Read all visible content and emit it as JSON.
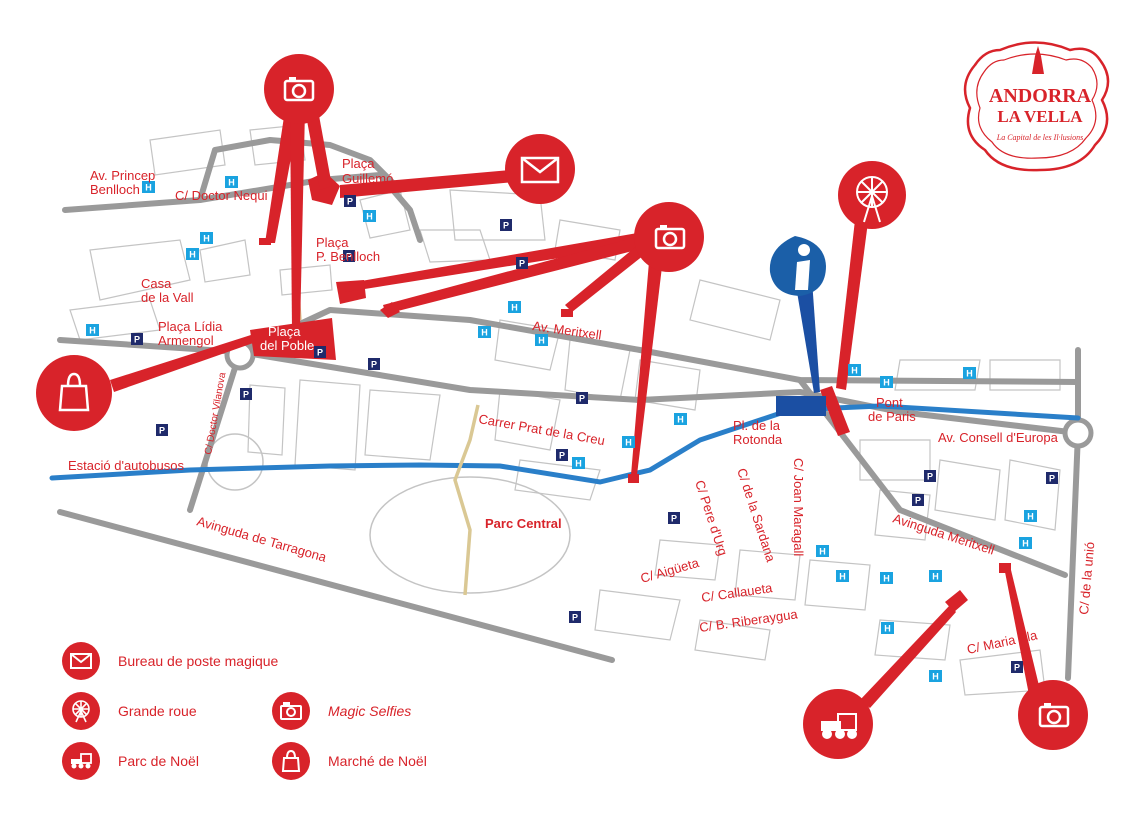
{
  "streets": {
    "av_princep": "Av. Princep",
    "benlloch": "Benlloch",
    "doctor_nequi": "C/ Doctor Nequi",
    "placa": "Plaça",
    "guillemo": "Guillemó",
    "placa_p": "Plaça",
    "p_benlloch": "P. Benlloch",
    "casa": "Casa",
    "de_la_vall": "de la Vall",
    "placa_lidia": "Plaça Lídia",
    "armengol": "Armengol",
    "placa_poble": "Plaça",
    "del_poble": "del Poble",
    "av_meritxell": "Av. Meritxell",
    "carrer_prat": "Carrer Prat de la Creu",
    "pl_de_la": "Pl. de la",
    "rotonda": "Rotonda",
    "pont": "Pont",
    "de_paris": "de Paris",
    "av_consell": "Av. Consell d'Europa",
    "estacio": "Estació d'autobusos",
    "c_doctor_vilanova": "C/ Doctor Vilanova",
    "avinguda_tarragona": "Avinguda de Tarragona",
    "parc_central": "Parc Central",
    "pere_durg": "C/ Pere d'Urg",
    "de_la_sardana": "C/ de la Sardana",
    "joan_maragall": "C/ Joan Maragall",
    "aigueta": "C/ Aigüeta",
    "callaueta": "C/ Callaueta",
    "riberaygua": "C/ B. Riberaygua",
    "avinguda_meritxell": "Avinguda Meritxell",
    "maria_pla": "C/ Maria Pla",
    "de_la_unio": "C/ de la unió"
  },
  "badges": {
    "h": "H",
    "p": "P"
  },
  "logo": {
    "line1": "ANDORRA",
    "line2": "LA VELLA",
    "tagline": "La Capital de les Il·lusions"
  },
  "legend": {
    "post": "Bureau de poste magique",
    "wheel": "Grande roue",
    "selfies": "Magic Selfies",
    "park": "Parc de Noël",
    "market": "Marché de Noël"
  },
  "icons": [
    "camera-icon",
    "envelope-icon",
    "ferris-wheel-icon",
    "info-icon",
    "shopping-bag-icon",
    "train-icon"
  ],
  "colors": {
    "accent": "#d8232a",
    "river": "#2a7fc9",
    "road": "#9a9a9a",
    "info": "#1b5fa8",
    "hotel": "#1aa3e0",
    "parking": "#1f2a6b"
  }
}
